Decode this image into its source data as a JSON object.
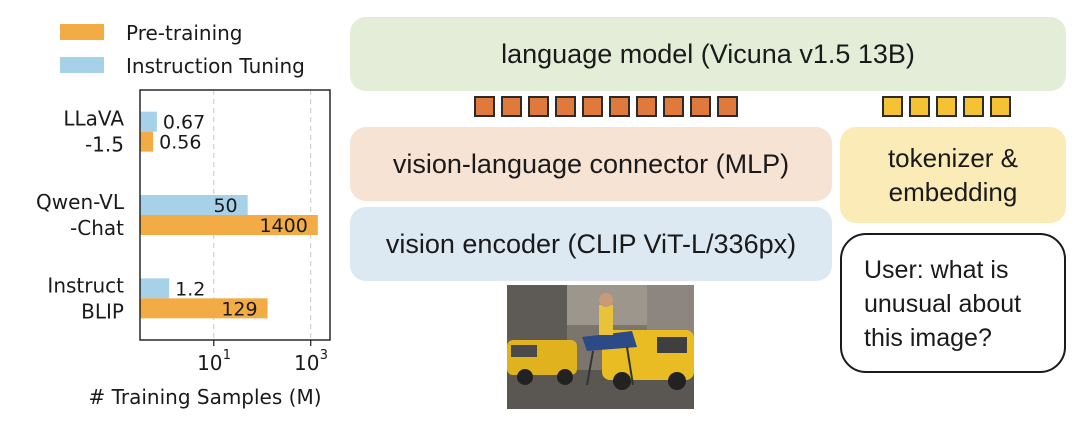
{
  "chart_data": {
    "type": "bar",
    "orientation": "horizontal",
    "scale": "log",
    "xlabel": "# Training Samples (M)",
    "xlim": [
      0.3,
      2500
    ],
    "xticks": [
      {
        "value": 10,
        "base": "10",
        "exp": "1"
      },
      {
        "value": 1000,
        "base": "10",
        "exp": "3"
      }
    ],
    "grid": true,
    "legend_position": "top",
    "categories": [
      {
        "lines": [
          "LLaVA",
          "-1.5"
        ]
      },
      {
        "lines": [
          "Qwen-VL",
          "-Chat"
        ]
      },
      {
        "lines": [
          "Instruct",
          "BLIP"
        ]
      }
    ],
    "series": [
      {
        "name": "Instruction Tuning",
        "color": "#a6d1e8",
        "values": [
          0.67,
          50,
          1.2
        ],
        "labels": [
          "0.67",
          "50",
          "1.2"
        ]
      },
      {
        "name": "Pre-training",
        "color": "#f2ab45",
        "values": [
          0.56,
          1400,
          129
        ],
        "labels": [
          "0.56",
          "1400",
          "129"
        ]
      }
    ],
    "legend_order": [
      1,
      0
    ]
  },
  "diagram": {
    "language_model": "language model (Vicuna v1.5 13B)",
    "connector": "vision-language connector (MLP)",
    "encoder": "vision encoder (CLIP ViT-L/336px)",
    "tokenizer_lines": [
      "tokenizer &",
      "embedding"
    ],
    "question_lines": [
      "User: what is",
      "unusual about",
      "this image?"
    ],
    "vision_token_count": 10,
    "text_token_count": 5,
    "colors": {
      "language_model": "#e3edd8",
      "connector": "#f6e3d4",
      "encoder": "#dce8f2",
      "tokenizer": "#fbebb6",
      "vision_token": "#e07a3c",
      "text_token": "#f5c234"
    }
  }
}
